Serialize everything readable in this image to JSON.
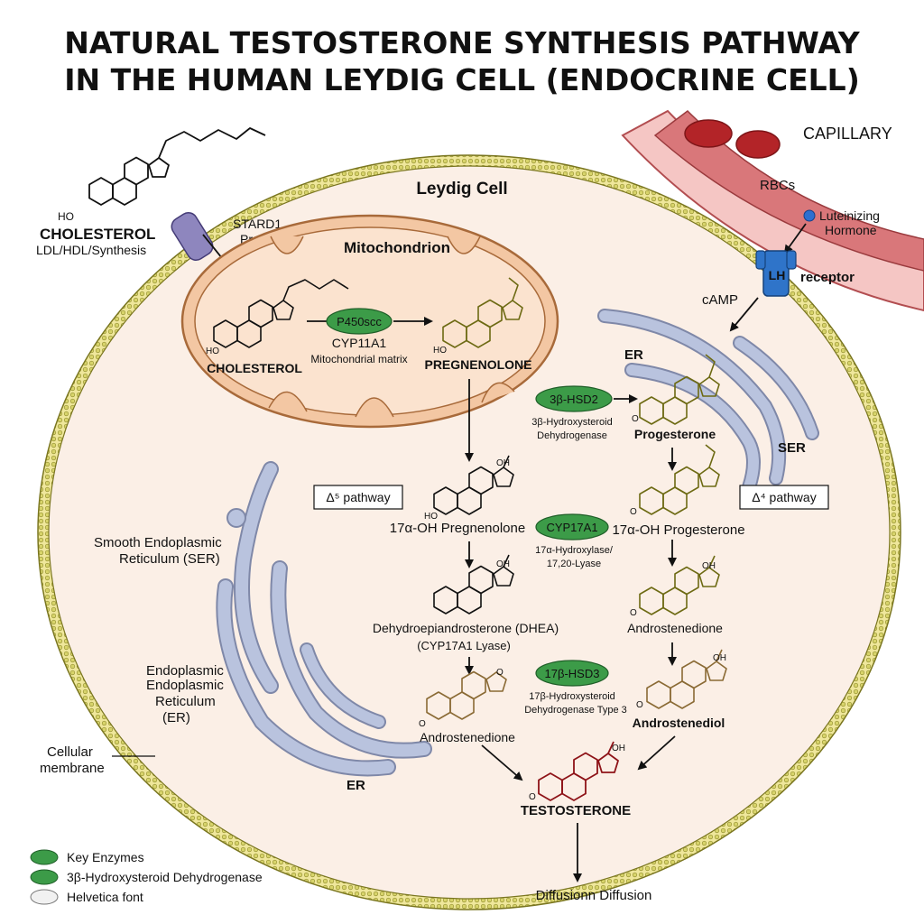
{
  "title": {
    "line1": "NATURAL TESTOSTERONE SYNTHESIS PATHWAY",
    "line2": "IN THE HUMAN LEYDIG CELL (ENDOCRINE CELL)"
  },
  "labels": {
    "capillary": "CAPILLARY",
    "rbcs": "RBCs",
    "lh_hormone_1": "Luteinizing",
    "lh_hormone_2": "Hormone",
    "lh_badge": "LH",
    "receptor": "receptor",
    "camp": "cAMP",
    "leydig_cell": "Leydig Cell",
    "cholesterol_outer": "CHOLESTEROL",
    "cholesterol_sources": "LDL/HDL/Synthesis",
    "stard1_1": "STARD1",
    "stard1_2": "Protein",
    "mitochondrion": "Mitochondrion",
    "cholesterol_inner": "CHOLESTEROL",
    "cyp11a1": "CYP11A1",
    "mito_matrix": "Mitochondrial matrix",
    "pregnenolone": "PREGNENOLONE",
    "er_top": "ER",
    "ser_right": "SER",
    "hsd3b_1": "3β-Hydroxysteroid",
    "hsd3b_2": "Dehydrogenase",
    "progesterone": "Progesterone",
    "delta5": "Δ⁵ pathway",
    "delta4": "Δ⁴ pathway",
    "oh_preg": "17α-OH Pregnenolone",
    "cyp17a1_1": "17α-Hydroxylase/",
    "cyp17a1_2": "17,20-Lyase",
    "oh_prog": "17α-OH Progesterone",
    "ser_left_1": "Smooth Endoplasmic",
    "ser_left_2": "Reticulum (SER)",
    "dhea": "Dehydroepiandrosterone (DHEA)",
    "dhea_lyase": "(CYP17A1 Lyase)",
    "androstenedione_right": "Androstenedione",
    "er_left_1": "Endoplasmic",
    "er_left_2": "Endoplasmic",
    "er_left_3": "Reticulum",
    "er_left_4": "(ER)",
    "hsd17b_1": "17β-Hydroxysteroid",
    "hsd17b_2": "Dehydrogenase Type 3",
    "androstenedione_left": "Androstenedione",
    "androstenediol": "Androstenediol",
    "membrane_1": "Cellular",
    "membrane_2": "membrane",
    "er_bottom": "ER",
    "testosterone": "TESTOSTERONE",
    "diffusion": "Diffusionn Diffusion",
    "oh": "OH",
    "ho": "HO",
    "o": "O"
  },
  "enzymes": {
    "p450scc": "P450scc",
    "hsd3b2": "3β-HSD2",
    "cyp17a1": "CYP17A1",
    "hsd17b3": "17β-HSD3"
  },
  "legend": [
    {
      "label": "Key Enzymes",
      "color": "#3c9b48"
    },
    {
      "label": "3β-Hydroxysteroid Dehydrogenase",
      "color": "#3c9b48"
    },
    {
      "label": "Helvetica font",
      "color": "#f1f1f1"
    }
  ],
  "colors": {
    "enzyme_green": "#3c9b48",
    "cytoplasm": "#fbefe6",
    "mitochondrion": "#f3c7a3",
    "er": "#b9c3de",
    "membrane_yellow": "#d7d36a",
    "capillary": "#d9777a",
    "pregnenolone_yellow": "#f4ef7e",
    "androgen_tan": "#f2d6a6",
    "testosterone_red": "#e8333a"
  }
}
